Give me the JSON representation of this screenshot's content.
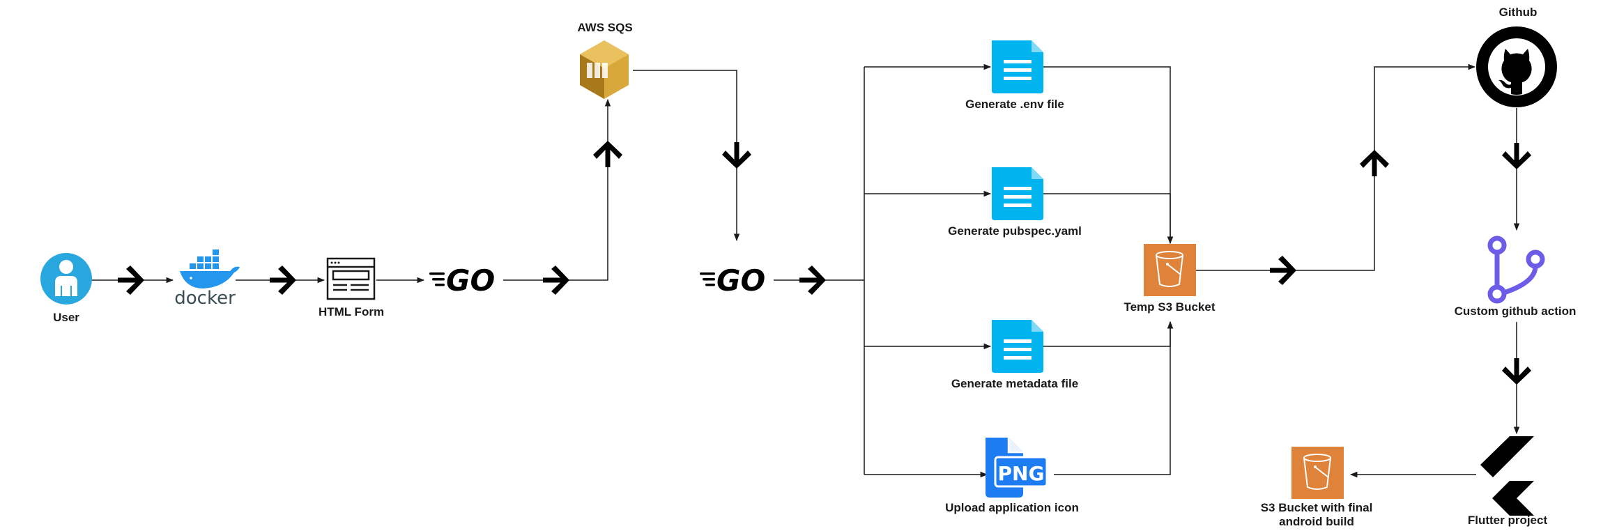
{
  "diagram": {
    "nodes": {
      "user": "User",
      "docker": "docker",
      "html_form": "HTML Form",
      "aws_sqs": "AWS SQS",
      "go_producer": "GO",
      "go_consumer": "GO",
      "gen_env": "Generate .env file",
      "gen_pubspec": "Generate pubspec.yaml",
      "gen_metadata": "Generate metadata file",
      "upload_icon": "Upload application icon",
      "png_badge": "PNG",
      "temp_bucket": "Temp S3 Bucket",
      "github": "Github",
      "custom_action": "Custom github action",
      "flutter_project": "Flutter project",
      "final_bucket_line1": "S3 Bucket with final",
      "final_bucket_line2": "android build"
    },
    "colors": {
      "user": "#29a8e0",
      "docker": "#2496ed",
      "doc_icon": "#00b4f0",
      "png_icon": "#1e7cf2",
      "s3": "#e0833a",
      "sqs_light": "#d8a93a",
      "sqs_dark": "#a8791a",
      "git_branch": "#6c5ce7",
      "edge": "#1a1a1a"
    },
    "icons": {
      "user": "user-icon",
      "docker": "docker-whale-icon",
      "html_form": "browser-form-icon",
      "go": "go-logo-icon",
      "aws_sqs": "aws-sqs-icon",
      "document": "document-icon",
      "png": "png-file-icon",
      "s3": "s3-bucket-icon",
      "github": "github-icon",
      "git_branch": "git-branch-icon",
      "flutter": "flutter-icon"
    }
  }
}
